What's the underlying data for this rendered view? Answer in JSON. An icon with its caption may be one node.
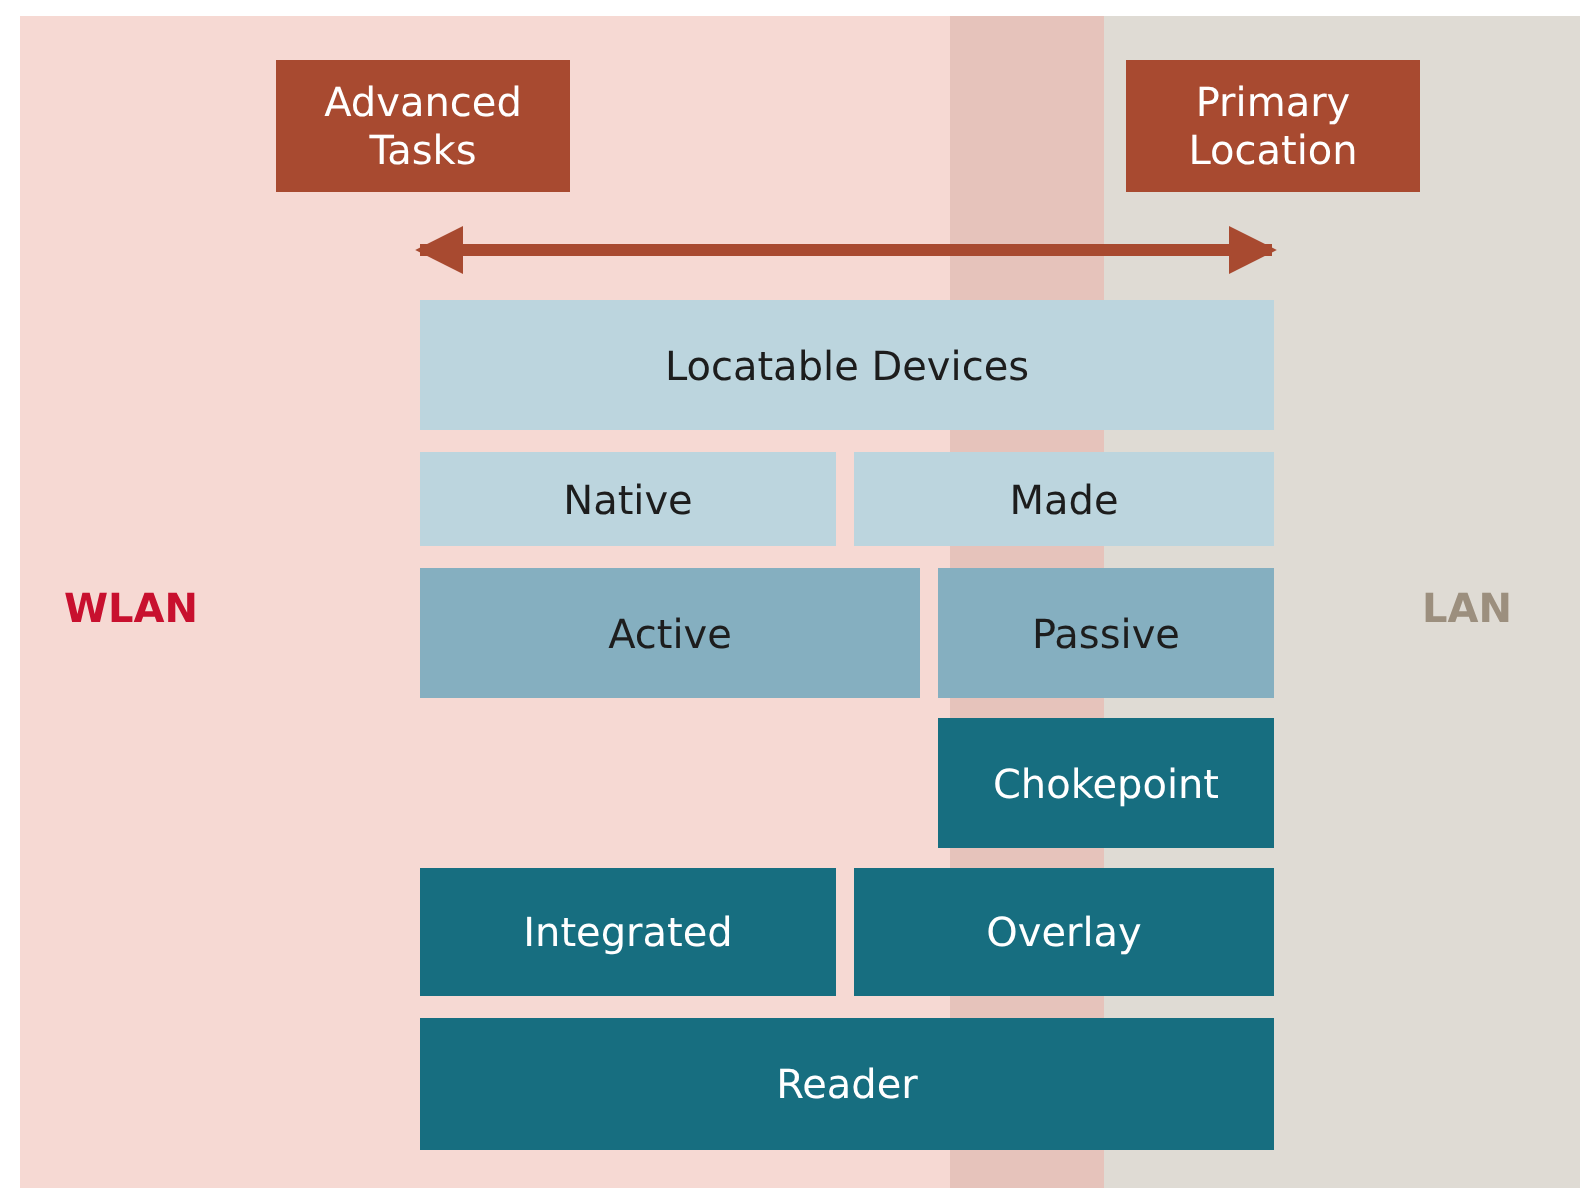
{
  "diagram": {
    "nodes": [
      {
        "text": [
          "Advanced Tasks"
        ]
      },
      {
        "text": [
          "Primary Location"
        ]
      },
      {
        "text": [
          "Locatable Devices"
        ]
      },
      {
        "text": [
          "Native"
        ]
      },
      {
        "text": [
          "Made"
        ]
      },
      {
        "text": [
          "Active"
        ]
      },
      {
        "text": [
          "Passive"
        ]
      },
      {
        "text": [
          "Chokepoint"
        ]
      },
      {
        "text": [
          "Integrated"
        ]
      },
      {
        "text": [
          "Overlay"
        ]
      },
      {
        "text": [
          "Reader"
        ]
      }
    ],
    "edges": [
      {
        "from": 0,
        "to": 1,
        "arrow": "both"
      }
    ],
    "labels": [
      "WLAN",
      "LAN"
    ]
  }
}
